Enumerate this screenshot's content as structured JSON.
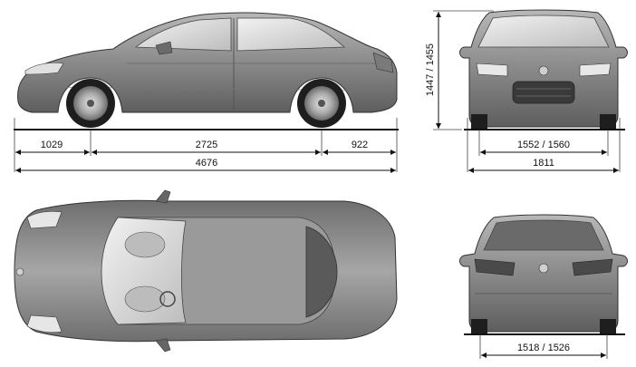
{
  "diagram": {
    "views": [
      {
        "id": "side",
        "name": "side-view"
      },
      {
        "id": "front",
        "name": "front-view"
      },
      {
        "id": "top",
        "name": "top-view"
      },
      {
        "id": "rear",
        "name": "rear-view"
      }
    ],
    "dimensions": {
      "front_overhang": "1029",
      "wheelbase": "2725",
      "rear_overhang": "922",
      "overall_length": "4676",
      "height": "1447 / 1455",
      "front_track": "1552 / 1560",
      "overall_width": "1811",
      "rear_track": "1518 / 1526"
    },
    "colors": {
      "body": "#8c8c8c",
      "body_dark": "#5a5a5a",
      "body_light": "#c8c8c8",
      "glass": "#d9d9d9",
      "tire": "#222222",
      "line": "#111111"
    }
  }
}
